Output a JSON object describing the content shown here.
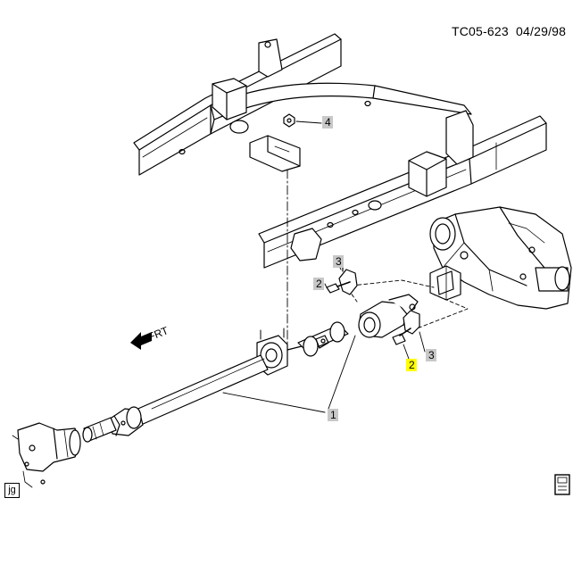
{
  "header": {
    "doc_id": "TC05-623",
    "date": "04/29/98"
  },
  "direction": {
    "label": "FRT"
  },
  "callouts": [
    {
      "number": "1",
      "style": "plain"
    },
    {
      "number": "2",
      "style": "highlighted"
    },
    {
      "number": "2",
      "style": "plain"
    },
    {
      "number": "3",
      "style": "plain"
    },
    {
      "number": "3",
      "style": "plain"
    },
    {
      "number": "4",
      "style": "plain"
    }
  ],
  "footer": {
    "tag": "jg"
  },
  "colors": {
    "line": "#000000",
    "callout_highlight": "#ffff00",
    "callout_plain": "#c8c8c8"
  },
  "icons": [
    "frt-arrow-icon",
    "book-icon"
  ]
}
